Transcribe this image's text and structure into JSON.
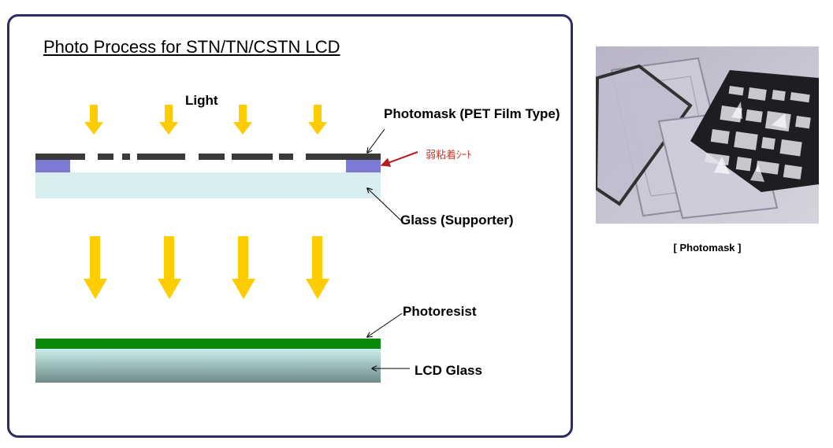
{
  "diagram": {
    "title": "Photo Process for STN/TN/CSTN LCD",
    "labels": {
      "light": "Light",
      "photomask": "Photomask (PET Film Type)",
      "adhesive_sheet": "弱粘着ｼｰﾄ",
      "glass_supporter": "Glass (Supporter)",
      "photoresist": "Photoresist",
      "lcd_glass": "LCD Glass"
    }
  },
  "photo": {
    "caption": "[ Photomask ]"
  },
  "colors": {
    "border": "#2b2b66",
    "arrow": "#ffcc00",
    "mask": "#3a3a3a",
    "adhesive": "#7b7bd6",
    "glass": "#d9eef0",
    "photoresist": "#0a8a0a",
    "lcd_glass_top": "#c9ecec",
    "lcd_glass_bottom": "#6e8f8d",
    "annotation_red": "#c0392b"
  }
}
